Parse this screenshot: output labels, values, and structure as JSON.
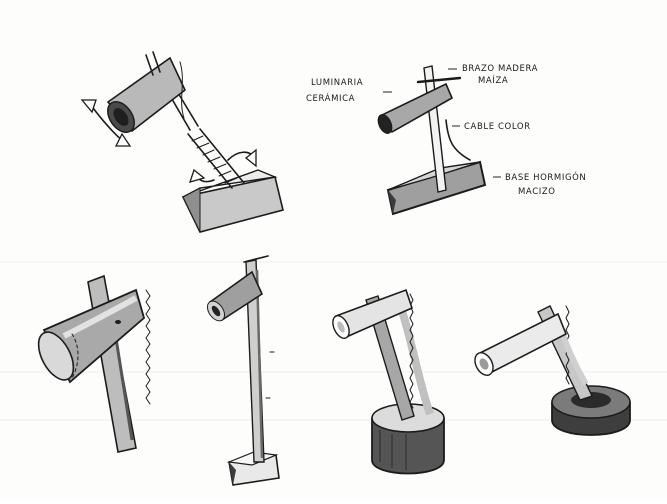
{
  "annotations": {
    "luminaria": {
      "line1": "LUMINARIA",
      "line2": "CERÁMICA"
    },
    "brazo": {
      "line1": "BRAZO MADERA",
      "line2": "MAÍZA"
    },
    "cable": {
      "line1": "CABLE COLOR"
    },
    "base": {
      "line1": "BASE HORMIGÓN",
      "line2": "MACIZO"
    }
  },
  "colors": {
    "ink": "#1c1c1c",
    "grey_light": "#d4d4d4",
    "grey_mid": "#9a9a9a",
    "grey_dark": "#4a4a4a",
    "paper": "#fdfdfc"
  }
}
